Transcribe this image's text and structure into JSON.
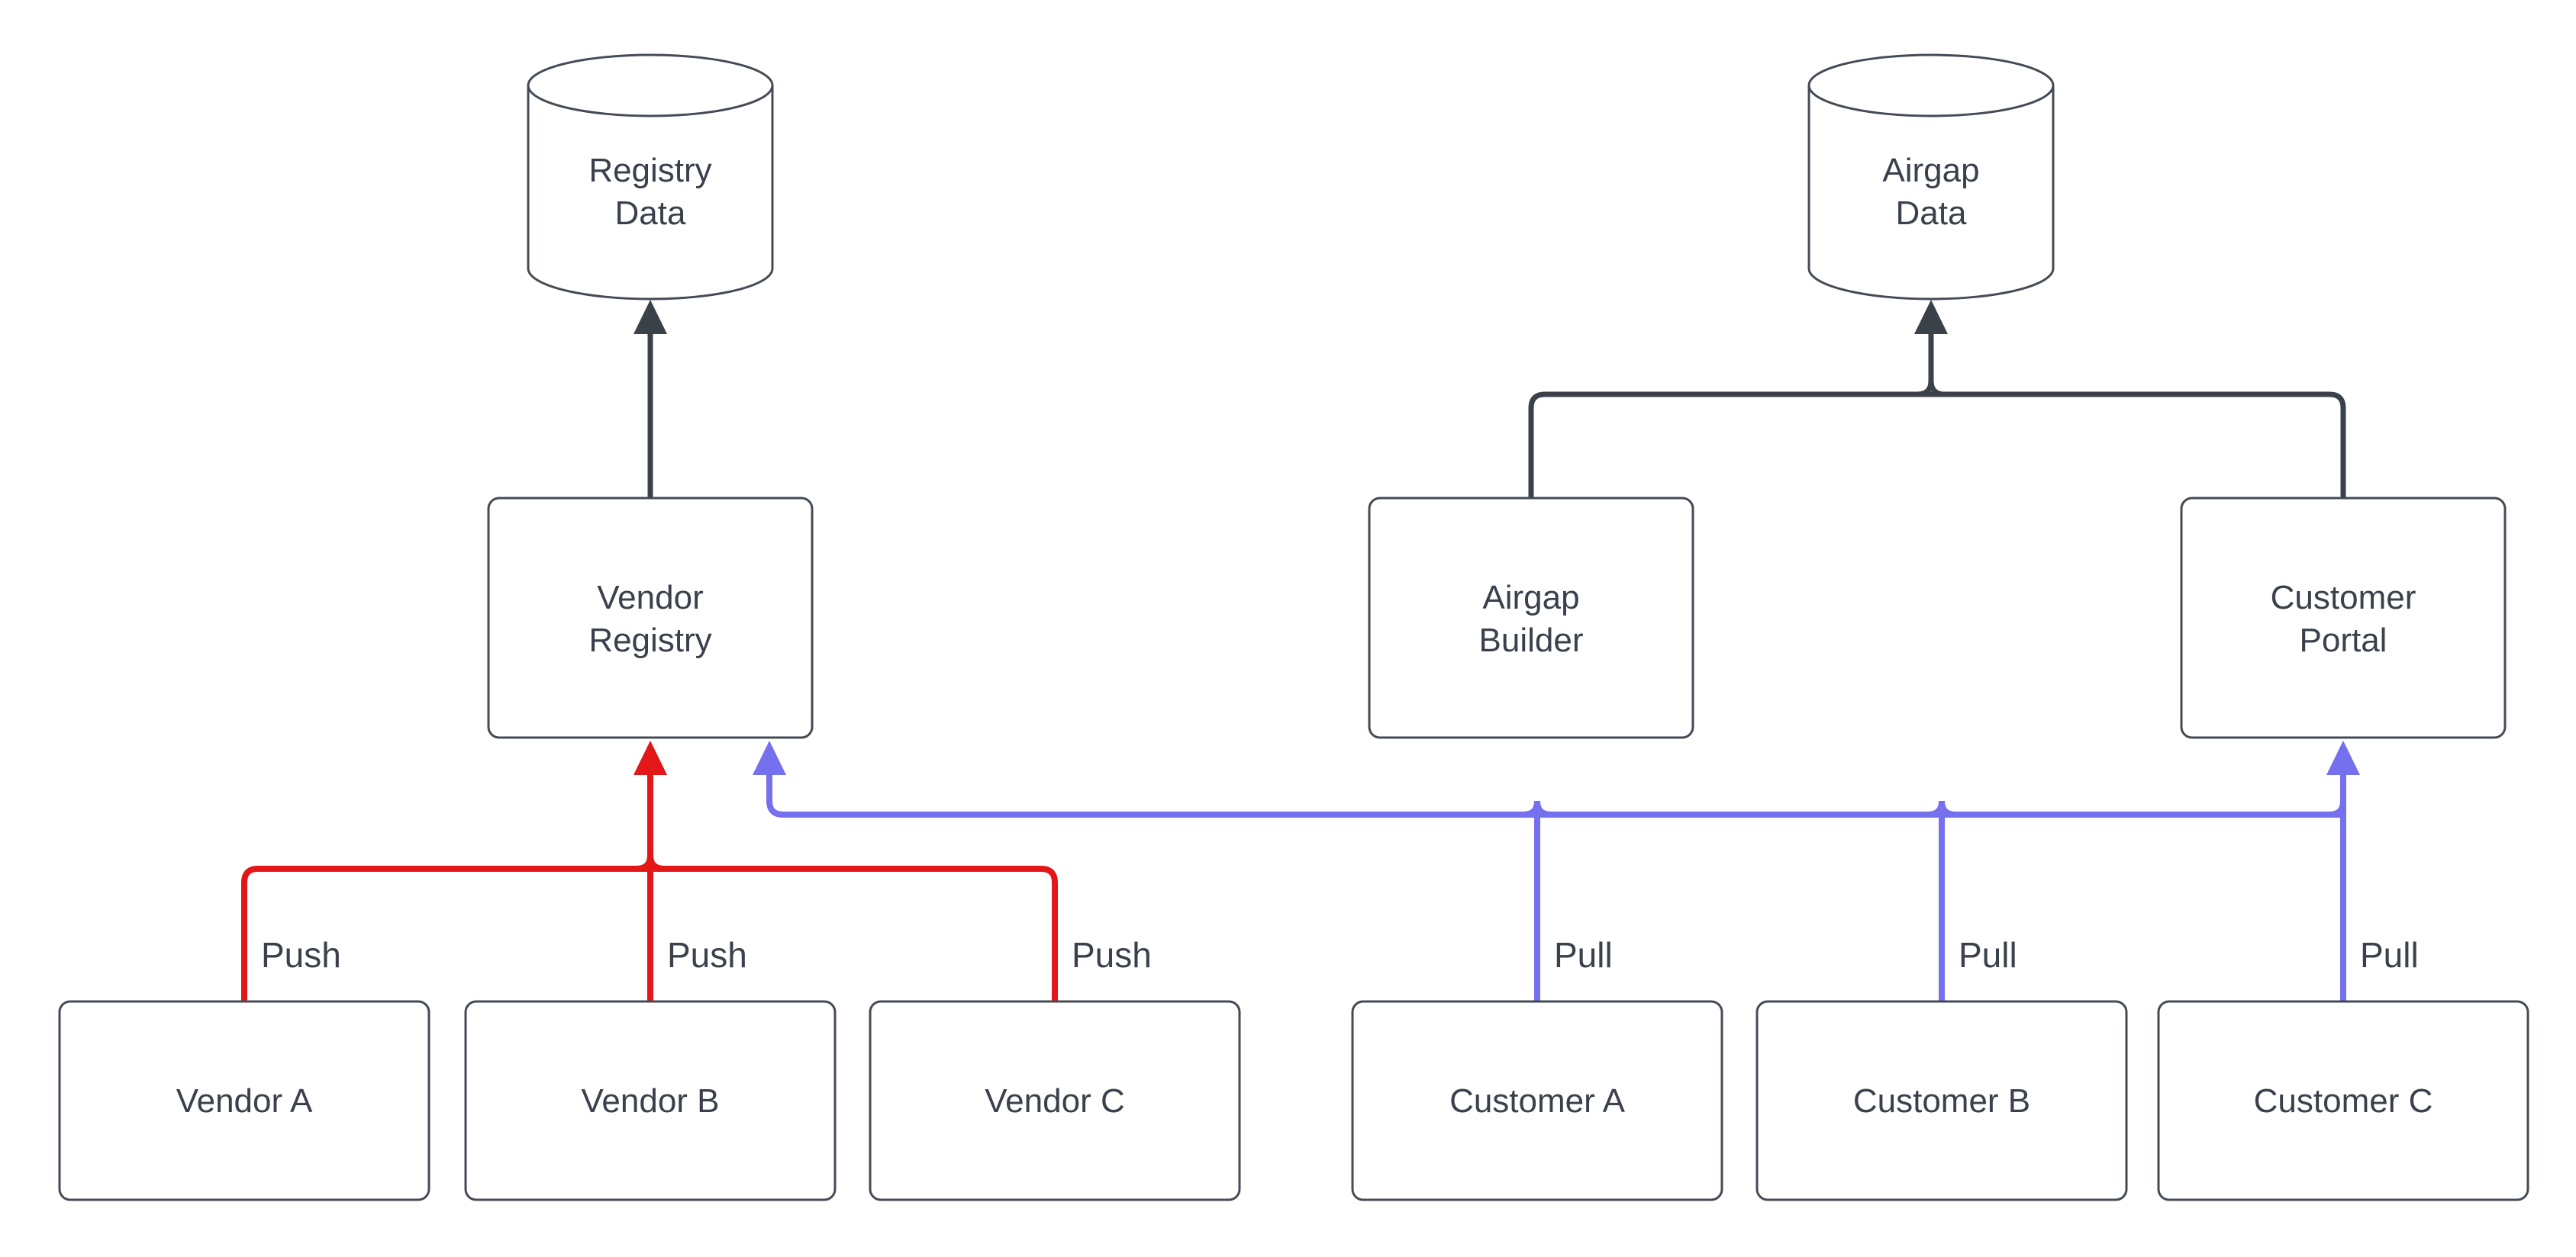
{
  "diagram": {
    "title": "vendor registry push pull flow",
    "colors": {
      "background": "#ffffff",
      "node_border": "#444b55",
      "node_fill": "#ffffff",
      "text": "#3a414c",
      "dark_edge": "#3a4149",
      "push_edge": "#e31717",
      "pull_edge": "#7470ee"
    },
    "datastores": {
      "registry_data": {
        "line1": "Registry",
        "line2": "Data"
      },
      "airgap_data": {
        "line1": "Airgap",
        "line2": "Data"
      }
    },
    "services": {
      "vendor_registry": {
        "line1": "Vendor",
        "line2": "Registry"
      },
      "airgap_builder": {
        "line1": "Airgap",
        "line2": "Builder"
      },
      "customer_portal": {
        "line1": "Customer",
        "line2": "Portal"
      }
    },
    "actors": {
      "vendor_a": {
        "label": "Vendor A"
      },
      "vendor_b": {
        "label": "Vendor B"
      },
      "vendor_c": {
        "label": "Vendor C"
      },
      "customer_a": {
        "label": "Customer A"
      },
      "customer_b": {
        "label": "Customer B"
      },
      "customer_c": {
        "label": "Customer C"
      }
    },
    "edge_labels": {
      "push": "Push",
      "pull": "Pull"
    }
  }
}
